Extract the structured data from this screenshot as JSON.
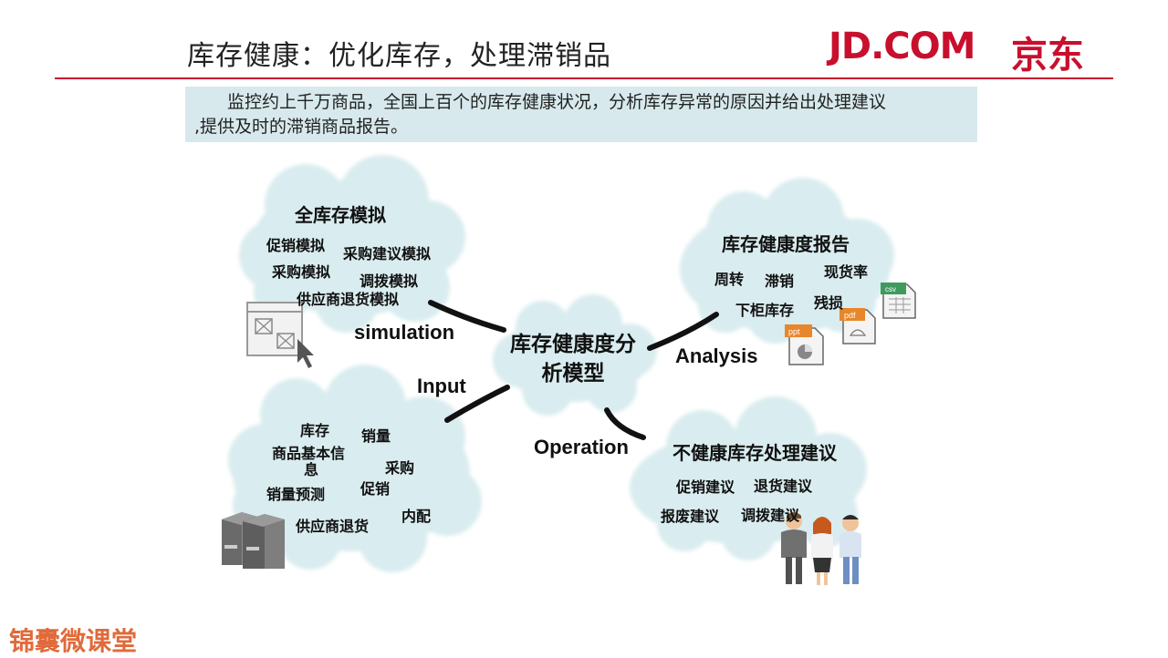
{
  "header": {
    "title": "库存健康：优化库存，处理滞销品",
    "logo_text": "JD.COM",
    "logo_cn": "京东"
  },
  "description": {
    "line1": "监控约上千万商品，全国上百个的库存健康状况，分析库存异常的原因并给出处理建议",
    "line2": ",提供及时的滞销商品报告。"
  },
  "center": {
    "line1": "库存健康度分",
    "line2": "析模型"
  },
  "simulation": {
    "connector": "simulation",
    "title": "全库存模拟",
    "items": [
      "促销模拟",
      "采购建议模拟",
      "采购模拟",
      "调拨模拟",
      "供应商退货模拟"
    ]
  },
  "analysis": {
    "connector": "Analysis",
    "title": "库存健康度报告",
    "items": [
      "周转",
      "滞销",
      "现货率",
      "下柜库存",
      "残损"
    ],
    "file_icons": [
      "ppt",
      "pdf",
      "csv"
    ]
  },
  "input": {
    "connector": "Input",
    "items": [
      "库存",
      "销量",
      "商品基本信",
      "息",
      "采购",
      "促销",
      "销量预测",
      "内配",
      "供应商退货"
    ]
  },
  "operation": {
    "connector": "Operation",
    "title": "不健康库存处理建议",
    "items": [
      "促销建议",
      "退货建议",
      "报废建议",
      "调拨建议"
    ]
  },
  "watermark": "锦囊微课堂",
  "colors": {
    "brand_red": "#c8102e",
    "cloud": "#d9ecef",
    "connector": "#111111"
  }
}
